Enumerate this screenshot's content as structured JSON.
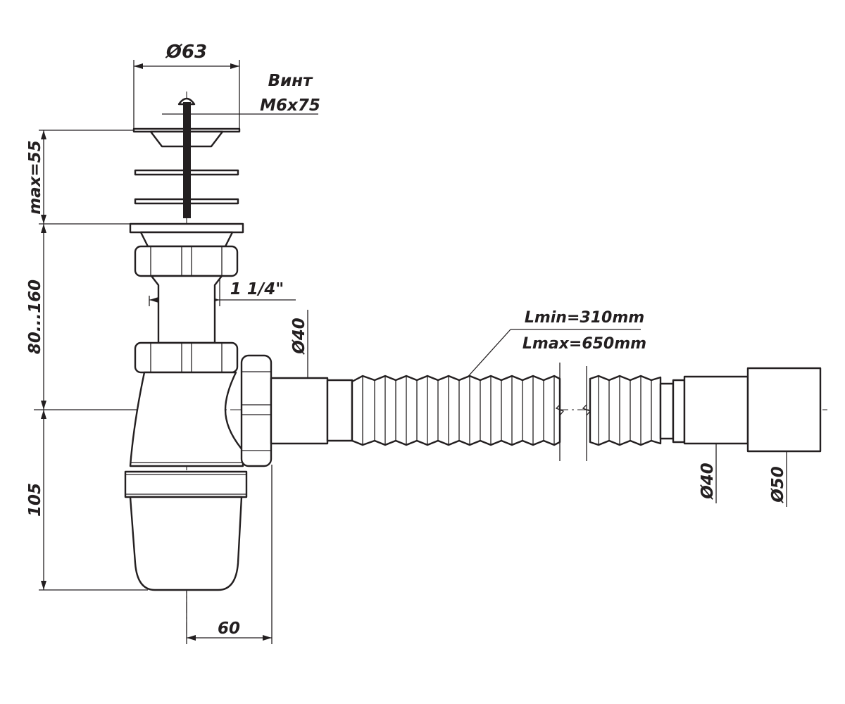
{
  "drawing": {
    "dimensions": {
      "plug_diameter": "Ø63",
      "screw_title": "Винт",
      "screw_size": "M6x75",
      "max_height": "max=55",
      "height_range": "80...160",
      "thread_size": "1 1/4\"",
      "outlet_diameter": "Ø40",
      "hose_length_min": "Lmin=310mm",
      "hose_length_max": "Lmax=650mm",
      "bottom_height": "105",
      "offset_60": "60",
      "end_diameter_40": "Ø40",
      "end_diameter_50": "Ø50"
    }
  }
}
